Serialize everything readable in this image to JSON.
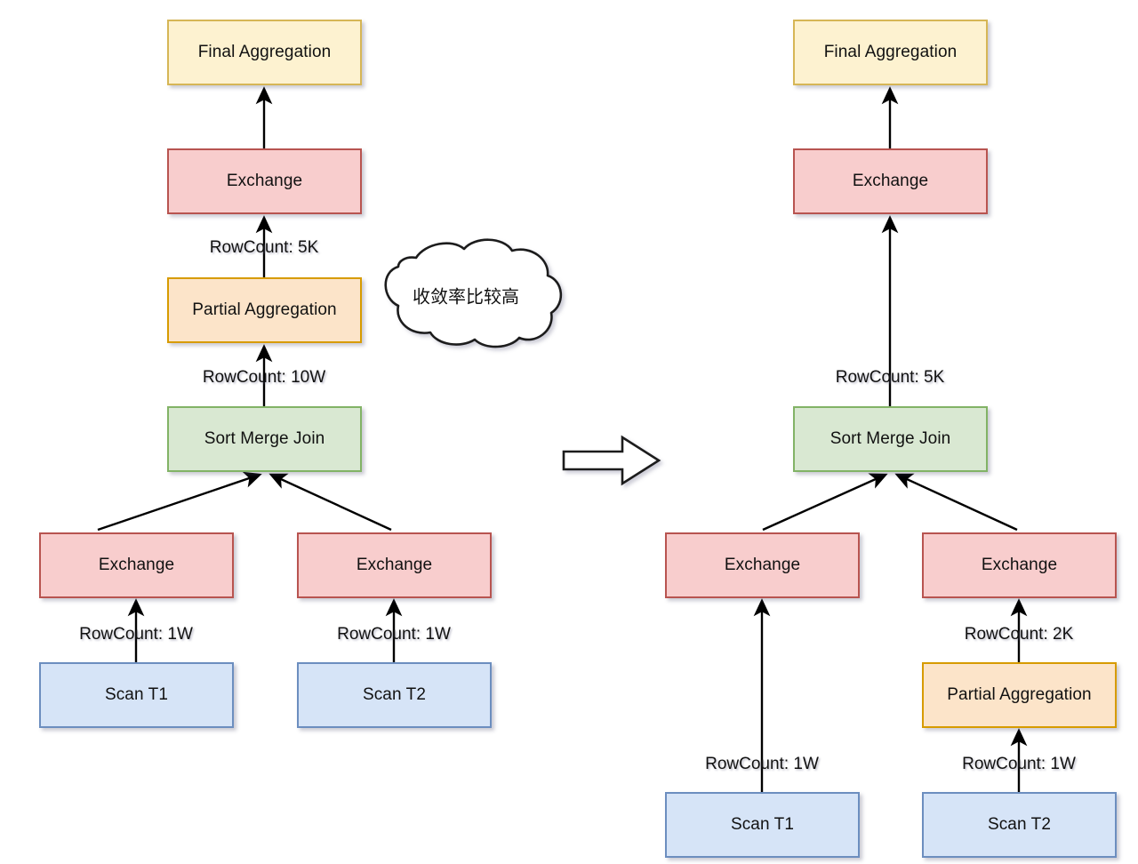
{
  "diagram": {
    "title": "Query plan transformation: push Partial Aggregation below Exchange",
    "colors": {
      "yellow_fill": "#fdf2d0",
      "yellow_border": "#d6b656",
      "red_fill": "#f8cdcd",
      "red_border": "#b85450",
      "orange_fill": "#fce4c9",
      "orange_border": "#d79b00",
      "green_fill": "#d9e8d2",
      "green_border": "#82b366",
      "blue_fill": "#d6e4f7",
      "blue_border": "#6c8ebf",
      "edge": "#000000",
      "background": "#ffffff"
    },
    "transform_arrow": {
      "name": "transform-arrow",
      "direction": "right",
      "style": "hollow-block-arrow"
    },
    "left_plan": {
      "name": "original-plan",
      "nodes": [
        {
          "id": "l-final-agg",
          "label": "Final Aggregation",
          "color": "yellow"
        },
        {
          "id": "l-exchange-top",
          "label": "Exchange",
          "color": "red"
        },
        {
          "id": "l-partial-agg",
          "label": "Partial Aggregation",
          "color": "orange"
        },
        {
          "id": "l-smj",
          "label": "Sort Merge Join",
          "color": "green"
        },
        {
          "id": "l-exchange-l",
          "label": "Exchange",
          "color": "red"
        },
        {
          "id": "l-exchange-r",
          "label": "Exchange",
          "color": "red"
        },
        {
          "id": "l-scan-t1",
          "label": "Scan T1",
          "color": "blue"
        },
        {
          "id": "l-scan-t2",
          "label": "Scan T2",
          "color": "blue"
        }
      ],
      "edge_labels": [
        {
          "id": "l-lbl-5k",
          "text": "RowCount: 5K",
          "from": "l-partial-agg",
          "to": "l-exchange-top"
        },
        {
          "id": "l-lbl-10w",
          "text": "RowCount: 10W",
          "from": "l-smj",
          "to": "l-partial-agg"
        },
        {
          "id": "l-lbl-1w-a",
          "text": "RowCount: 1W",
          "from": "l-scan-t1",
          "to": "l-exchange-l"
        },
        {
          "id": "l-lbl-1w-b",
          "text": "RowCount: 1W",
          "from": "l-scan-t2",
          "to": "l-exchange-r"
        }
      ],
      "annotation": {
        "id": "l-cloud",
        "shape": "cloud",
        "text": "收敛率比较高"
      }
    },
    "right_plan": {
      "name": "optimized-plan",
      "nodes": [
        {
          "id": "r-final-agg",
          "label": "Final Aggregation",
          "color": "yellow"
        },
        {
          "id": "r-exchange-top",
          "label": "Exchange",
          "color": "red"
        },
        {
          "id": "r-smj",
          "label": "Sort Merge Join",
          "color": "green"
        },
        {
          "id": "r-exchange-l",
          "label": "Exchange",
          "color": "red"
        },
        {
          "id": "r-exchange-r",
          "label": "Exchange",
          "color": "red"
        },
        {
          "id": "r-partial-agg",
          "label": "Partial Aggregation",
          "color": "orange"
        },
        {
          "id": "r-scan-t1",
          "label": "Scan T1",
          "color": "blue"
        },
        {
          "id": "r-scan-t2",
          "label": "Scan T2",
          "color": "blue"
        }
      ],
      "edge_labels": [
        {
          "id": "r-lbl-5k",
          "text": "RowCount: 5K",
          "from": "r-smj",
          "to": "r-exchange-top"
        },
        {
          "id": "r-lbl-2k",
          "text": "RowCount: 2K",
          "from": "r-partial-agg",
          "to": "r-exchange-r"
        },
        {
          "id": "r-lbl-1w-a",
          "text": "RowCount: 1W",
          "from": "r-scan-t1",
          "to": "r-exchange-l"
        },
        {
          "id": "r-lbl-1w-b",
          "text": "RowCount: 1W",
          "from": "r-scan-t2",
          "to": "r-partial-agg"
        }
      ]
    }
  }
}
